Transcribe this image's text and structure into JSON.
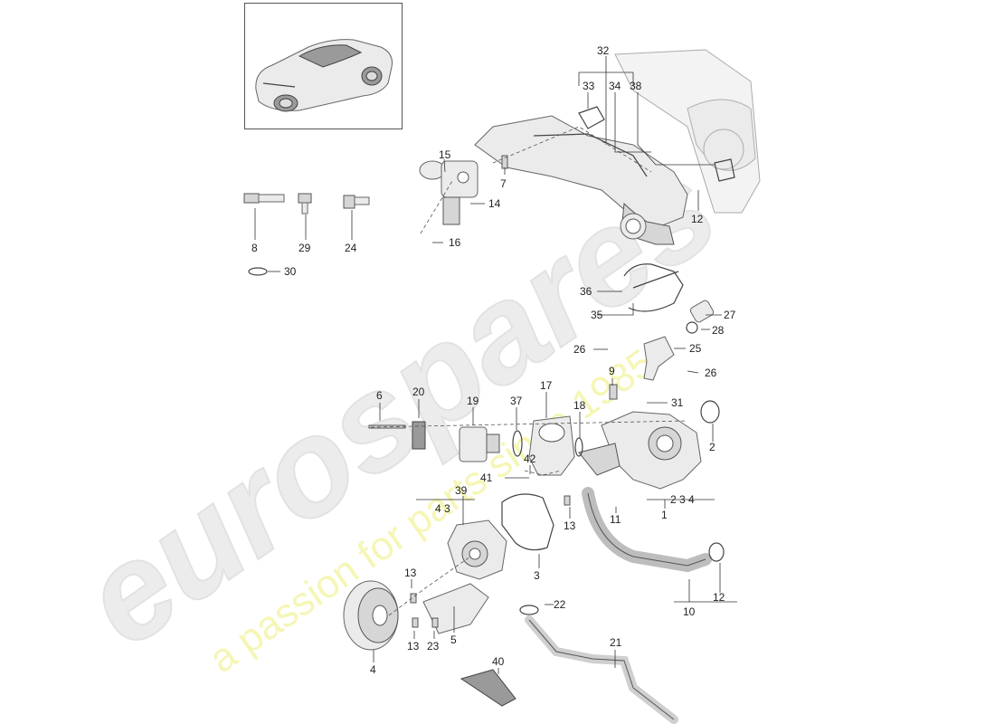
{
  "watermark": {
    "brand": "eurospares",
    "tagline": "a passion for parts since 1985"
  },
  "callouts": {
    "c1": "1",
    "c2": "2",
    "c3": "3",
    "c4": "4",
    "c5": "5",
    "c6": "6",
    "c7": "7",
    "c8": "8",
    "c9": "9",
    "c10": "10",
    "c11": "11",
    "c12a": "12",
    "c12b": "12",
    "c13a": "13",
    "c13b": "13",
    "c13c": "13",
    "c14": "14",
    "c15": "15",
    "c16": "16",
    "c17": "17",
    "c18": "18",
    "c19": "19",
    "c20": "20",
    "c21": "21",
    "c22": "22",
    "c23": "23",
    "c24": "24",
    "c25": "25",
    "c26a": "26",
    "c26b": "26",
    "c27": "27",
    "c28": "28",
    "c29": "29",
    "c30": "30",
    "c31": "31",
    "c32": "32",
    "c33": "33",
    "c34": "34",
    "c35": "35",
    "c36": "36",
    "c37": "37",
    "c38": "38",
    "c39": "39",
    "c40": "40",
    "c41": "41",
    "c42": "42",
    "g1": "2  3  4",
    "g39": "4  3"
  }
}
